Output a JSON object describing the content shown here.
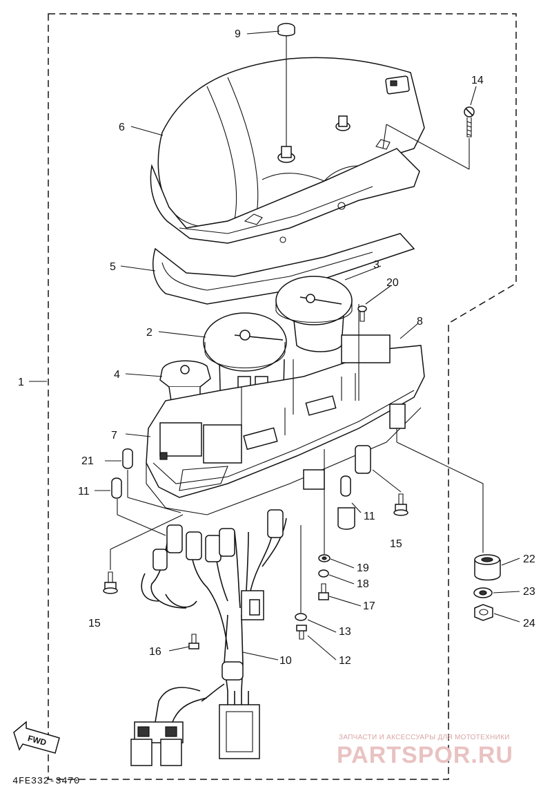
{
  "diagram": {
    "callouts": {
      "c1": "1",
      "c2": "2",
      "c3": "3",
      "c4": "4",
      "c5": "5",
      "c6": "6",
      "c7": "7",
      "c8": "8",
      "c9": "9",
      "c10": "10",
      "c11a": "11",
      "c11b": "11",
      "c12": "12",
      "c13": "13",
      "c14": "14",
      "c15a": "15",
      "c15b": "15",
      "c16": "16",
      "c17": "17",
      "c18": "18",
      "c19": "19",
      "c20": "20",
      "c21": "21",
      "c22": "22",
      "c23": "23",
      "c24": "24"
    },
    "direction_label": "FWD",
    "drawing_code": "4FE332-3470"
  },
  "watermark": {
    "tagline": "ЗАПЧАСТИ И АКСЕССУАРЫ ДЛЯ МОТОТЕХНИКИ",
    "logo": "PARTSPOR.RU"
  }
}
